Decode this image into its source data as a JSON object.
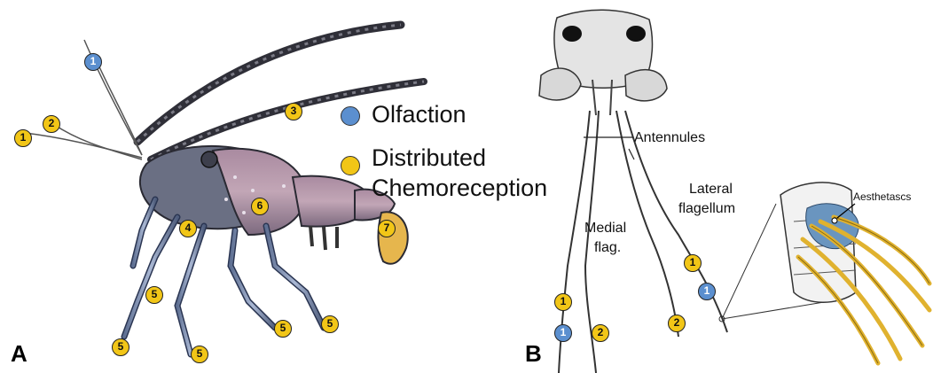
{
  "panels": {
    "a": "A",
    "b": "B"
  },
  "legend": {
    "olfaction": "Olfaction",
    "distributed_line1": "Distributed",
    "distributed_line2": "Chemoreception",
    "olfaction_color": "#5b8fcf",
    "distributed_color": "#f2c617"
  },
  "labels": {
    "antennules": "Antennules",
    "lateral_line1": "Lateral",
    "lateral_line2": "flagellum",
    "medial_line1": "Medial",
    "medial_line2": "flag.",
    "aesthetascs": "Aesthetascs"
  },
  "markers_a": {
    "m1_blue": "1",
    "m1_yellow": "1",
    "m2": "2",
    "m3": "3",
    "m4": "4",
    "m5_a": "5",
    "m5_b": "5",
    "m5_c": "5",
    "m5_d": "5",
    "m5_e": "5",
    "m6": "6",
    "m7": "7"
  },
  "markers_b": {
    "m1_yellow_left": "1",
    "m1_blue_left": "1",
    "m2_left": "2",
    "m1_yellow_right": "1",
    "m1_blue_right": "1",
    "m2_right": "2"
  }
}
